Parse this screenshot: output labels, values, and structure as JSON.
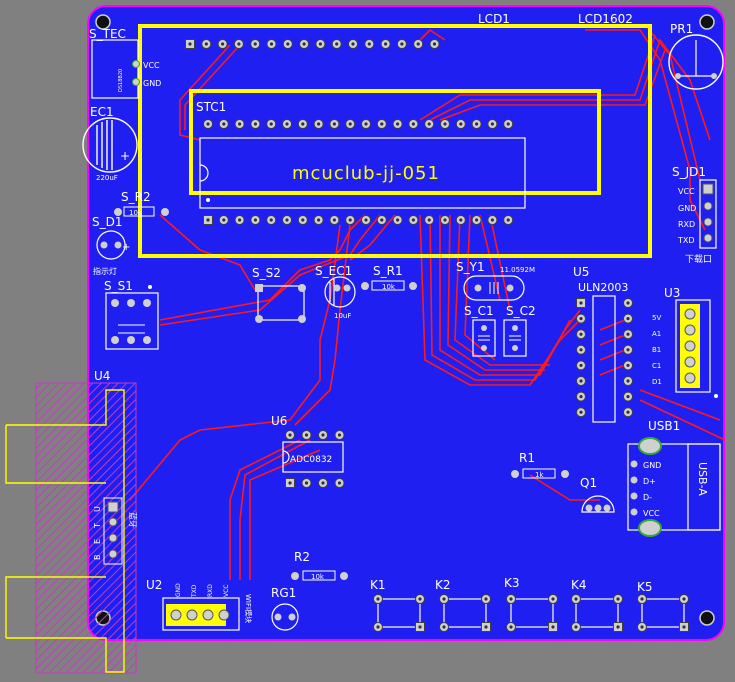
{
  "colors": {
    "background": "#808080",
    "board": "#1f1ff2",
    "outline": "#ff00ff",
    "silk": "#ffffff",
    "trace": "#ff1a1a",
    "highlight": "#ffff00",
    "pad": "#c8c8c8",
    "hatch": "#c03cc0"
  },
  "labels": {
    "s_tec": "S_TEC",
    "tec_vcc": "VCC",
    "tec_gnd": "GND",
    "tec_small": "DS18B20",
    "ec1": "EC1",
    "ec1_value": "220uF",
    "lcd1": "LCD1",
    "lcd1602": "LCD1602",
    "stc1": "STC1",
    "mcu_text": "mcuclub-jj-051",
    "pr1": "PR1",
    "s_jd1": "S_JD1",
    "jd_vcc": "VCC",
    "jd_gnd": "GND",
    "jd_rxd": "RXD",
    "jd_txd": "TXD",
    "jd_note": "下载口",
    "s_r2": "S_R2",
    "s_r2_value": "10k",
    "s_d1": "S_D1",
    "s_d1_note": "指示灯",
    "s_s1": "S_S1",
    "s_s2": "S_S2",
    "s_ec1": "S_EC1",
    "s_ec1_value": "10uF",
    "s_r1": "S_R1",
    "s_r1_value": "10k",
    "s_y1": "S_Y1",
    "s_y1_value": "11.0592M",
    "s_c1": "S_C1",
    "s_c2": "S_C2",
    "u5": "U5",
    "uln2003": "ULN2003",
    "u3": "U3",
    "u3_pins": [
      "5V",
      "A1",
      "B1",
      "C1",
      "D1"
    ],
    "u4": "U4",
    "u4_pins": [
      "B",
      "E",
      "T",
      "U"
    ],
    "u4_note": "蓝牙",
    "u6": "U6",
    "adc": "ADC0832",
    "r1": "R1",
    "r1_value": "1k",
    "q1": "Q1",
    "usb1": "USB1",
    "usb_gnd": "GND",
    "usb_dp": "D+",
    "usb_dm": "D-",
    "usb_vcc": "VCC",
    "usb_a": "USB-A",
    "r2": "R2",
    "r2_value": "10k",
    "u2": "U2",
    "u2_pins": [
      "GND",
      "TXD",
      "RXD",
      "VCC"
    ],
    "u2_note": "WIFI模块",
    "rg1": "RG1",
    "k1": "K1",
    "k2": "K2",
    "k3": "K3",
    "k4": "K4",
    "k5": "K5"
  }
}
